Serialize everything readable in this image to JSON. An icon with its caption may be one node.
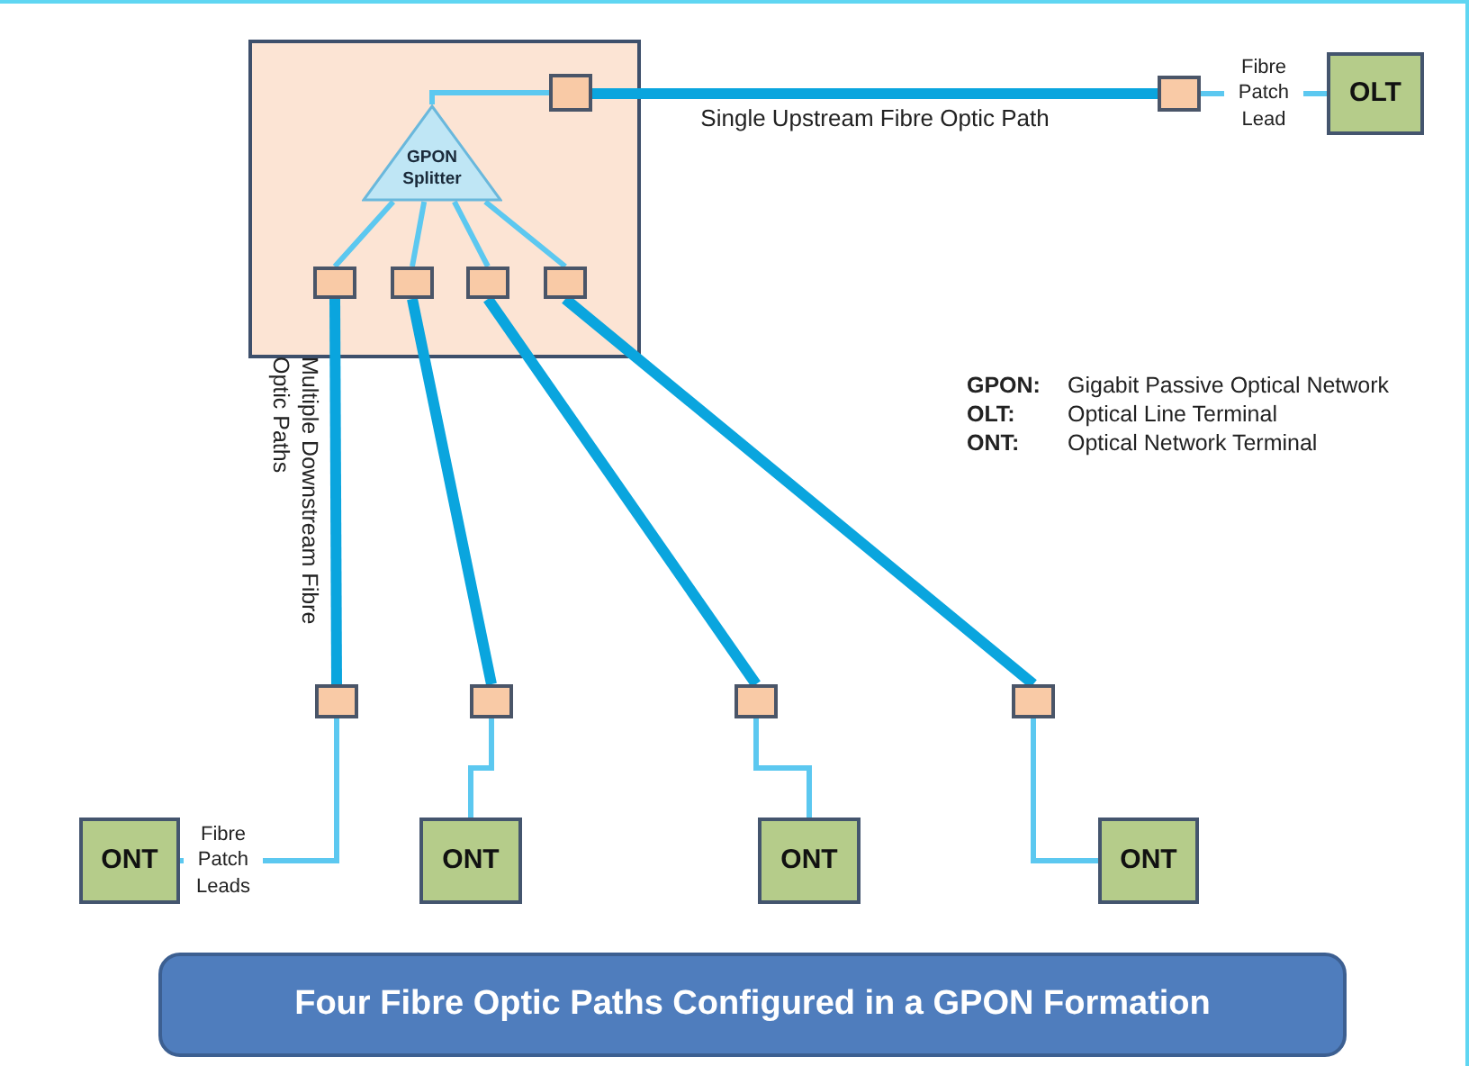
{
  "diagram": {
    "title": "Four Fibre Optic Paths Configured in a GPON Formation",
    "nodes": [
      {
        "text": [],
        "shape": "box"
      },
      {
        "text": [
          "GPON Splitter"
        ],
        "in": 0
      },
      {
        "text": [],
        "shape": "box",
        "in": 0
      },
      {
        "text": [],
        "shape": "box",
        "in": 0
      },
      {
        "text": [],
        "shape": "box",
        "in": 0
      },
      {
        "text": [],
        "shape": "box",
        "in": 0
      },
      {
        "text": [],
        "shape": "box",
        "in": 0
      },
      {
        "text": [],
        "shape": "box"
      },
      {
        "text": [
          "OLT"
        ]
      },
      {
        "text": [],
        "shape": "box"
      },
      {
        "text": [],
        "shape": "box"
      },
      {
        "text": [],
        "shape": "box"
      },
      {
        "text": [],
        "shape": "box"
      },
      {
        "text": [
          "ONT"
        ]
      },
      {
        "text": [
          "ONT"
        ]
      },
      {
        "text": [
          "ONT"
        ]
      },
      {
        "text": [
          "ONT"
        ]
      }
    ],
    "edges": [
      {
        "from": 1,
        "to": 2,
        "arrow": "none"
      },
      {
        "from": 2,
        "to": 7,
        "arrow": "none",
        "label": "Single Upstream Fibre Optic Path",
        "style": "thick",
        "color": "#0aa5de"
      },
      {
        "from": 7,
        "to": 8,
        "arrow": "none",
        "label": "Fibre Patch Lead"
      },
      {
        "from": 1,
        "to": 3,
        "arrow": "none"
      },
      {
        "from": 1,
        "to": 4,
        "arrow": "none"
      },
      {
        "from": 1,
        "to": 5,
        "arrow": "none"
      },
      {
        "from": 1,
        "to": 6,
        "arrow": "none"
      },
      {
        "from": 3,
        "to": 9,
        "arrow": "none",
        "style": "thick",
        "color": "#0aa5de"
      },
      {
        "from": 4,
        "to": 10,
        "arrow": "none",
        "style": "thick",
        "color": "#0aa5de"
      },
      {
        "from": 5,
        "to": 11,
        "arrow": "none",
        "style": "thick",
        "color": "#0aa5de"
      },
      {
        "from": 6,
        "to": 12,
        "arrow": "none",
        "style": "thick",
        "color": "#0aa5de"
      },
      {
        "from": 9,
        "to": 13,
        "arrow": "none",
        "label": "Fibre Patch Leads"
      },
      {
        "from": 10,
        "to": 14,
        "arrow": "none"
      },
      {
        "from": 11,
        "to": 15,
        "arrow": "none"
      },
      {
        "from": 12,
        "to": 16,
        "arrow": "none"
      }
    ],
    "labels": [
      "Multiple Downstream Fibre Optic Paths",
      "GPON:",
      "Gigabit Passive Optical Network",
      "OLT:",
      "Optical Line Terminal",
      "ONT:",
      "Optical Network Terminal"
    ]
  }
}
